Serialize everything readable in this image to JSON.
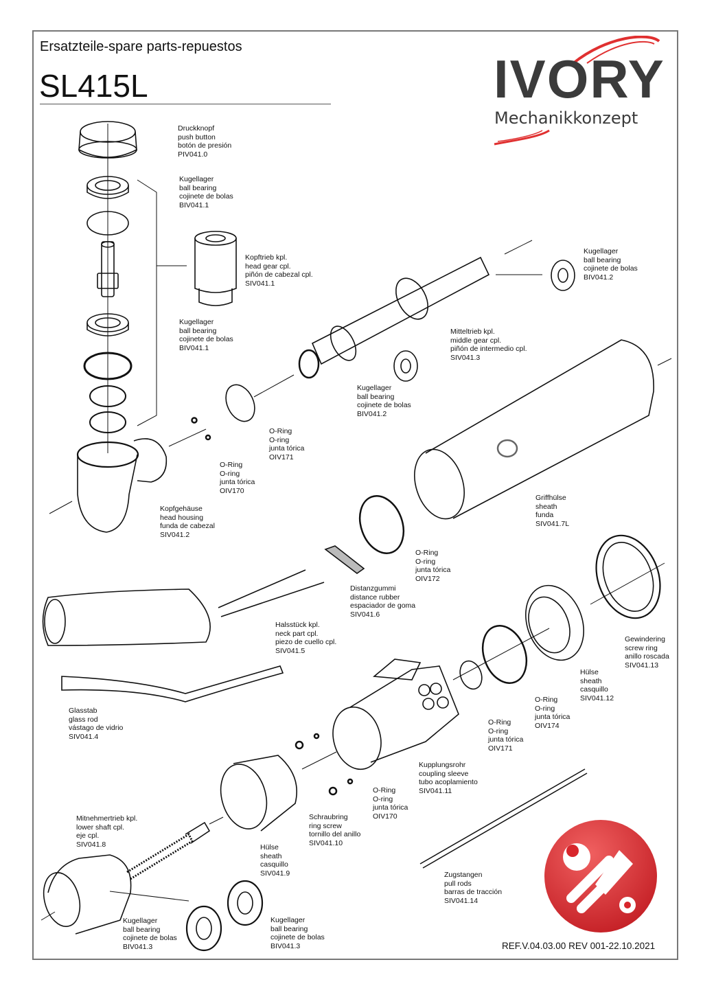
{
  "header": {
    "subtitle": "Ersatzteile-spare parts-repuestos",
    "model": "SL415L"
  },
  "logo": {
    "brand": "IVORY",
    "tagline": "Mechanikkonzept",
    "text_color": "#3b3b3b",
    "accent": "#e03030"
  },
  "parts": [
    {
      "de": "Druckknopf",
      "en": "push button",
      "es": "botón de presión",
      "code": "PIV041.0"
    },
    {
      "de": "Kugellager",
      "en": "ball bearing",
      "es": "cojinete de bolas",
      "code": "BIV041.1"
    },
    {
      "de": "Kopftrieb kpl.",
      "en": "head gear cpl.",
      "es": "piñón de cabezal cpl.",
      "code": "SIV041.1"
    },
    {
      "de": "Kugellager",
      "en": "ball bearing",
      "es": "cojinete de bolas",
      "code": "BIV041.1"
    },
    {
      "de": "Kugellager",
      "en": "ball bearing",
      "es": "cojinete de bolas",
      "code": "BIV041.2"
    },
    {
      "de": "Mitteltrieb kpl.",
      "en": "middle gear cpl.",
      "es": "piñón de intermedio cpl.",
      "code": "SIV041.3"
    },
    {
      "de": "Kugellager",
      "en": "ball bearing",
      "es": "cojinete de bolas",
      "code": "BIV041.2"
    },
    {
      "de": "O-Ring",
      "en": "O-ring",
      "es": "junta tórica",
      "code": "OIV171"
    },
    {
      "de": "O-Ring",
      "en": "O-ring",
      "es": "junta tórica",
      "code": "OIV170"
    },
    {
      "de": "Kopfgehäuse",
      "en": "head housing",
      "es": "funda de cabezal",
      "code": "SIV041.2"
    },
    {
      "de": "Griffhülse",
      "en": "sheath",
      "es": "funda",
      "code": "SIV041.7L"
    },
    {
      "de": "O-Ring",
      "en": "O-ring",
      "es": "junta tórica",
      "code": "OIV172"
    },
    {
      "de": "Distanzgummi",
      "en": "distance rubber",
      "es": "espaciador de goma",
      "code": "SIV041.6"
    },
    {
      "de": "Halsstück kpl.",
      "en": "neck part cpl.",
      "es": "piezo de cuello cpl.",
      "code": "SIV041.5"
    },
    {
      "de": "Gewindering",
      "en": "screw ring",
      "es": "anillo roscada",
      "code": "SIV041.13"
    },
    {
      "de": "Hülse",
      "en": "sheath",
      "es": "casquillo",
      "code": "SIV041.12"
    },
    {
      "de": "O-Ring",
      "en": "O-ring",
      "es": "junta tórica",
      "code": "OIV174"
    },
    {
      "de": "O-Ring",
      "en": "O-ring",
      "es": "junta tórica",
      "code": "OIV171"
    },
    {
      "de": "Glasstab",
      "en": "glass rod",
      "es": "vástago de vidrio",
      "code": "SIV041.4"
    },
    {
      "de": "Kupplungsrohr",
      "en": "coupling sleeve",
      "es": "tubo acoplamiento",
      "code": "SIV041.11"
    },
    {
      "de": "O-Ring",
      "en": "O-ring",
      "es": "junta tórica",
      "code": "OIV170"
    },
    {
      "de": "Schraubring",
      "en": "ring screw",
      "es": "tornillo del anillo",
      "code": "SIV041.10"
    },
    {
      "de": "Mitnehmertrieb kpl.",
      "en": "lower shaft cpl.",
      "es": "eje cpl.",
      "code": "SIV041.8"
    },
    {
      "de": "Hülse",
      "en": "sheath",
      "es": "casquillo",
      "code": "SIV041.9"
    },
    {
      "de": "Zugstangen",
      "en": "pull rods",
      "es": "barras de tracción",
      "code": "SIV041.14"
    },
    {
      "de": "Kugellager",
      "en": "ball bearing",
      "es": "cojinete de bolas",
      "code": "BIV041.3"
    },
    {
      "de": "Kugellager",
      "en": "ball bearing",
      "es": "cojinete de bolas",
      "code": "BIV041.3"
    }
  ],
  "footer": {
    "reference": "REF.V.04.03.00 REV 001-22.10.2021"
  },
  "icons": {
    "tools_badge": "wrench-screwdriver-icon",
    "badge_color": "#d8262c"
  }
}
